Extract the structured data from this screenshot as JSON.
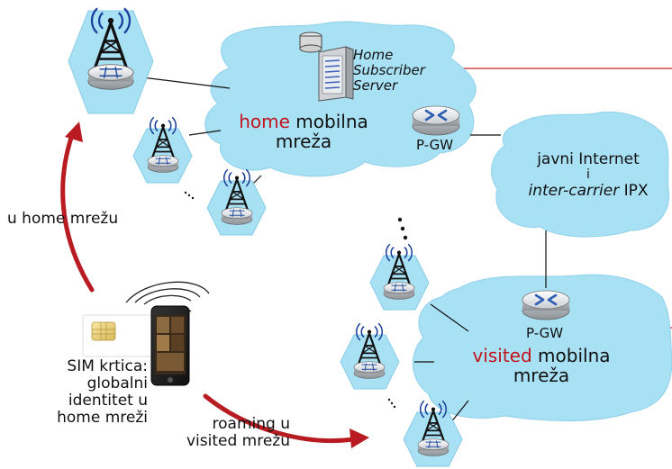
{
  "labels": {
    "hss_line1": "Home",
    "hss_line2": "Subscriber",
    "hss_line3": "Server",
    "home_word": "home",
    "home_rest": " mobilna",
    "home_line2": "mreža",
    "pgw_home": "P-GW",
    "internet_line1": "javni Internet",
    "internet_line2": "i",
    "internet_line3_italic": "inter-carrier",
    "internet_line3_rest": " IPX",
    "to_home": "u home mrežu",
    "pgw_visited": "P-GW",
    "visited_word": "visited",
    "visited_rest": " mobilna",
    "visited_line2": "mreža",
    "sim_line1": "SIM krtica:",
    "sim_line2": "globalni",
    "sim_line3": "identitet u",
    "sim_line4": "home mreži",
    "roaming_line1": "roaming u",
    "roaming_line2": "visited mrežu"
  },
  "colors": {
    "cloud": "#a8e0f4",
    "cloud_edge": "#7cc6e6",
    "hexagon": "#a8e0f4",
    "accent_red": "#c0141e",
    "arrow": "#b81c22"
  }
}
